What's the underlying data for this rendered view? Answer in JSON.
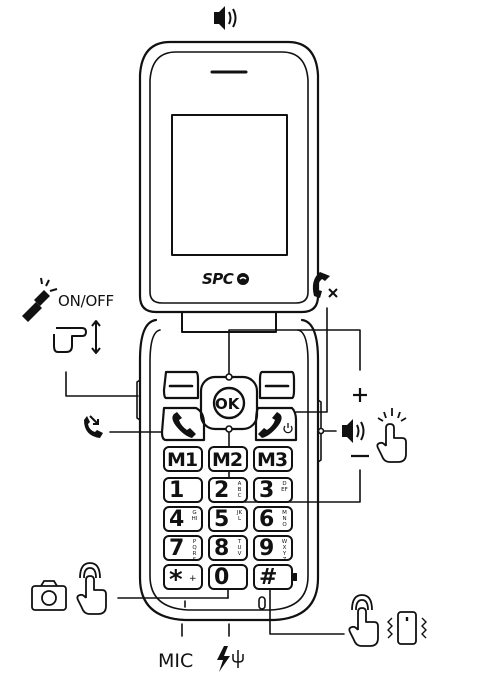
{
  "labels": {
    "onoff": "ON/OFF",
    "mic": "MIC",
    "brand": "SPC",
    "ok": "OK",
    "plus": "+",
    "minus": "−"
  },
  "keys": {
    "m1": "M1",
    "m2": "M2",
    "m3": "M3",
    "k1": "1",
    "k2": "2",
    "k2_sub": "ABC",
    "k3": "3",
    "k3_sub": "DEF",
    "k4": "4",
    "k4_sub": "GHI",
    "k5": "5",
    "k5_sub": "JKL",
    "k6": "6",
    "k6_sub": "MNO",
    "k7": "7",
    "k7_sub": "PQRS",
    "k8": "8",
    "k8_sub": "TUV",
    "k9": "9",
    "k9_sub": "WXYZ",
    "kstar": "*",
    "kstar_sub": "+",
    "k0": "0",
    "khash": "#"
  },
  "icons": [
    "speaker-icon",
    "flashlight-icon",
    "hand-slide-icon",
    "call-answer-icon",
    "hang-up-icon",
    "volume-icon",
    "hand-press-icon",
    "camera-icon",
    "hand-press-icon",
    "vibrate-icon",
    "charge-icon",
    "usb-icon"
  ],
  "colors": {
    "line": "#111111",
    "background": "#ffffff"
  }
}
